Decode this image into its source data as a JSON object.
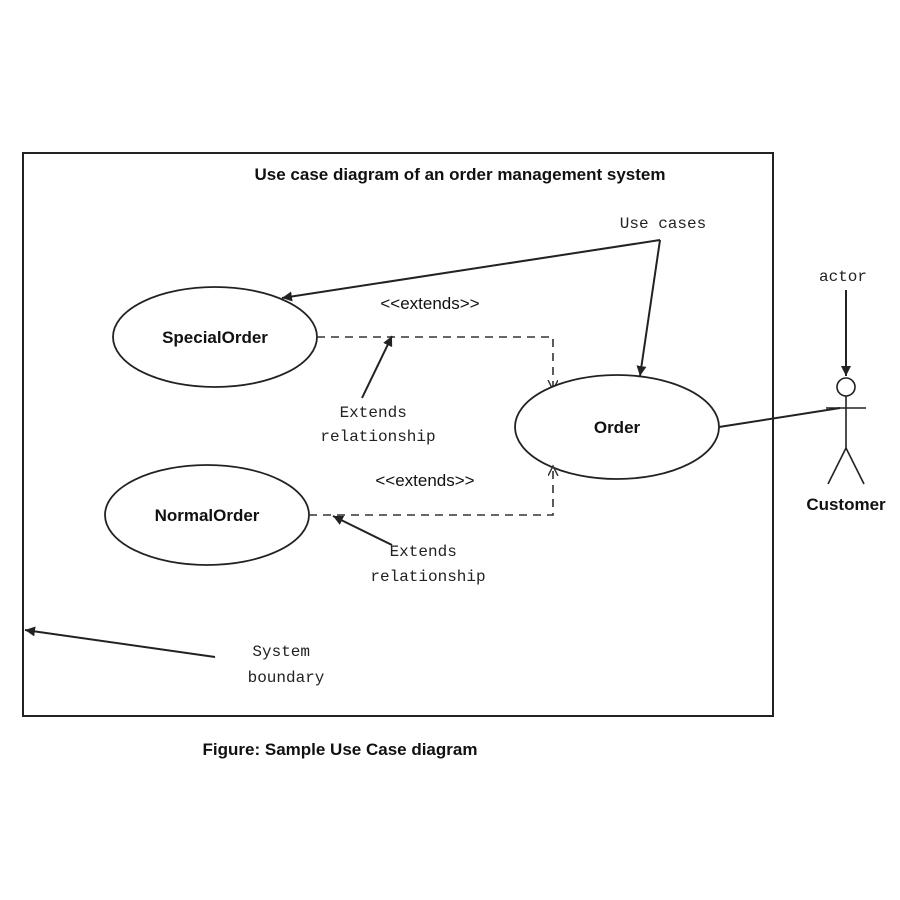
{
  "diagram": {
    "title": "Use case diagram of an order management system",
    "caption": "Figure: Sample Use Case diagram",
    "use_cases": {
      "special_order": "SpecialOrder",
      "order": "Order",
      "normal_order": "NormalOrder"
    },
    "actor": {
      "name": "Customer"
    },
    "relationships": {
      "extends_top": "<<extends>>",
      "extends_bottom": "<<extends>>"
    },
    "annotations": {
      "use_cases": "Use cases",
      "actor": "actor",
      "extends_rel_top": [
        "Extends",
        "relationship"
      ],
      "extends_rel_bottom": [
        "Extends",
        "relationship"
      ],
      "system_boundary": [
        "System",
        "boundary"
      ]
    }
  }
}
